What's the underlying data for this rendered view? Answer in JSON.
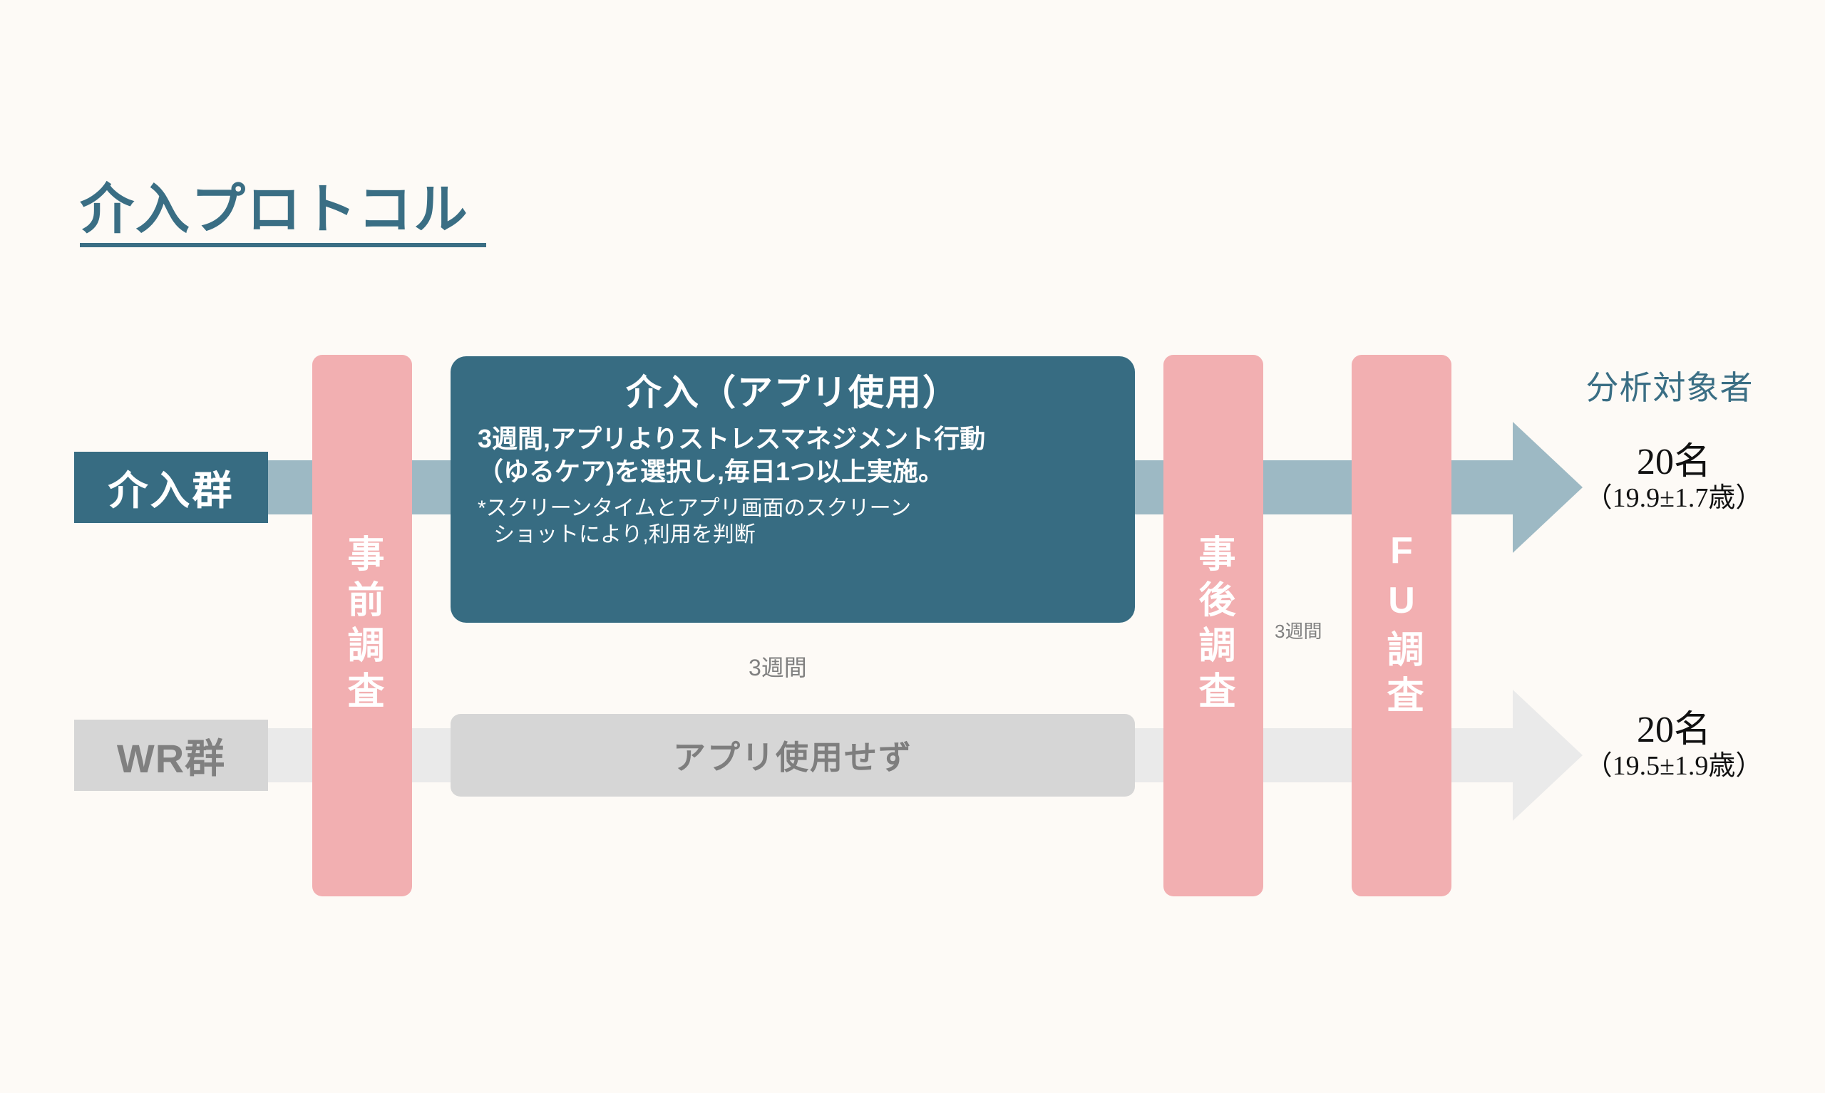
{
  "page": {
    "title": "介入プロトコル",
    "background_color": "#fdfaf6",
    "accent_color": "#376c82",
    "band_color": "#9db9c4",
    "pink_color": "#f2afb1",
    "gray_color": "#d6d6d6"
  },
  "groups": {
    "intervention": {
      "label": "介入群",
      "box_title": "介入（アプリ使用）",
      "box_body_line1": "3週間,アプリよりストレスマネジメント行動",
      "box_body_line2": "（ゆるケア)を選択し,毎日1つ以上実施。",
      "box_note_line1": "*スクリーンタイムとアプリ画面のスクリーン",
      "box_note_line2": "ショットにより,利用を判断"
    },
    "wr": {
      "label": "WR群",
      "box_text": "アプリ使用せず"
    }
  },
  "surveys": [
    {
      "id": "pre",
      "label": "事前調査"
    },
    {
      "id": "post",
      "label": "事後調査"
    },
    {
      "id": "fu",
      "label": "FU調査"
    }
  ],
  "durations": {
    "main": "3週間",
    "followup": "3週間"
  },
  "results": {
    "heading": "分析対象者",
    "intervention": {
      "count": "20名",
      "age": "（19.9±1.7歳）"
    },
    "wr": {
      "count": "20名",
      "age": "（19.5±1.9歳）"
    }
  }
}
